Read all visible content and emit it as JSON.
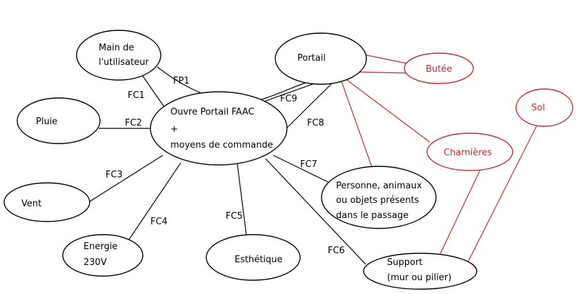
{
  "colors": {
    "black": "#000000",
    "red": "#c42b2b"
  },
  "nodes": {
    "main": {
      "lines": [
        "Main de",
        "l'utilisateur"
      ],
      "color": "black"
    },
    "portail": {
      "lines": [
        "Portail"
      ],
      "color": "black"
    },
    "butee": {
      "lines": [
        "Butée"
      ],
      "color": "red"
    },
    "sol": {
      "lines": [
        "Sol"
      ],
      "color": "red"
    },
    "pluie": {
      "lines": [
        "Pluie"
      ],
      "color": "black"
    },
    "center": {
      "lines": [
        "Ouvre Portail FAAC",
        "+",
        "moyens de commande"
      ],
      "color": "black"
    },
    "charnieres": {
      "lines": [
        "Charnières"
      ],
      "color": "red"
    },
    "vent": {
      "lines": [
        "Vent"
      ],
      "color": "black"
    },
    "personne": {
      "lines": [
        "Personne, animaux",
        "ou objets présents",
        "dans le passage"
      ],
      "color": "black"
    },
    "energie": {
      "lines": [
        "Energie",
        "230V"
      ],
      "color": "black"
    },
    "esthetique": {
      "lines": [
        "Esthétique"
      ],
      "color": "black"
    },
    "support": {
      "lines": [
        "Support",
        "(mur ou pilier)"
      ],
      "color": "black"
    }
  },
  "functions": {
    "fp1": "FP1",
    "fc1": "FC1",
    "fc2": "FC2",
    "fc3": "FC3",
    "fc4": "FC4",
    "fc5": "FC5",
    "fc6": "FC6",
    "fc7": "FC7",
    "fc8": "FC8",
    "fc9": "FC9"
  }
}
